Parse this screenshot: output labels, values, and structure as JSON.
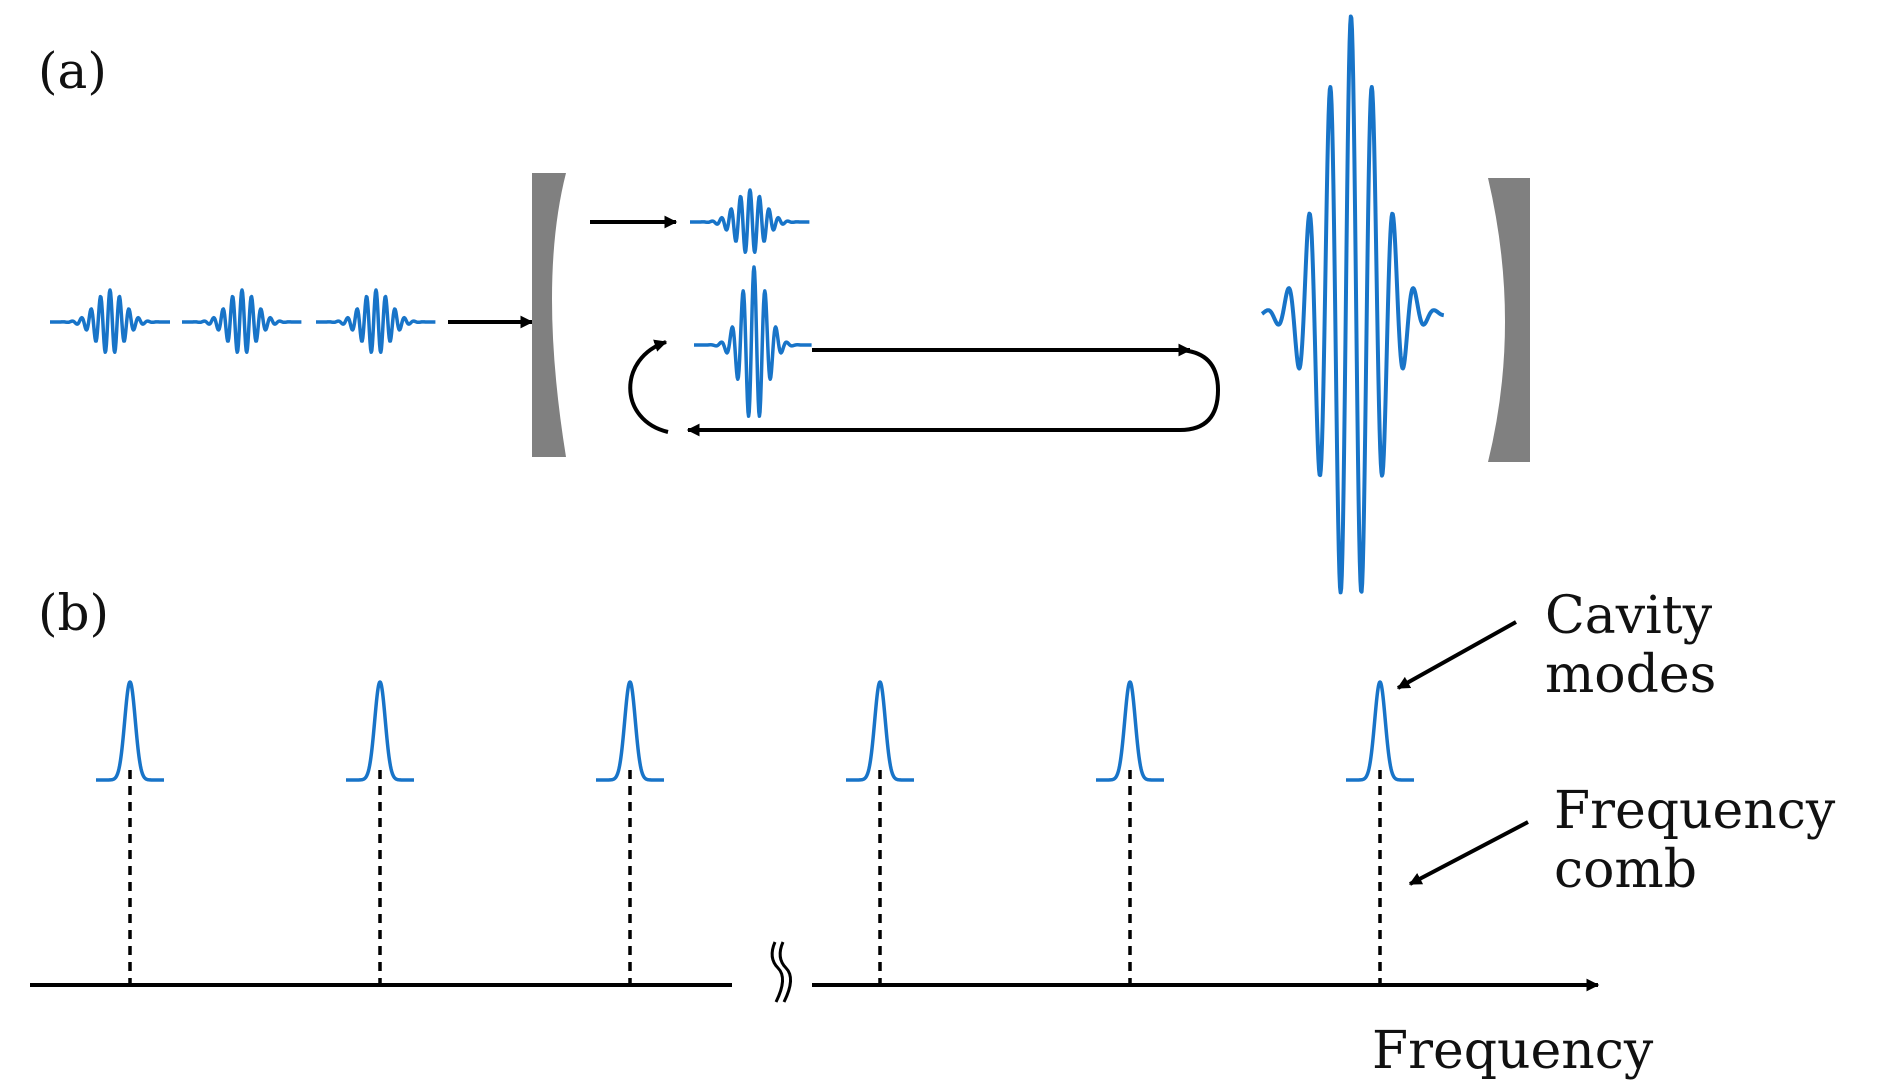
{
  "panel_a": {
    "label": "(a)"
  },
  "panel_b": {
    "label": "(b)",
    "annotations": {
      "cavity_line1": "Cavity",
      "cavity_line2": "modes",
      "comb_line1": "Frequency",
      "comb_line2": "comb"
    },
    "axis_label": "Frequency",
    "mode_count": 6
  },
  "colors": {
    "pulse": "#1874c8",
    "mirror": "#808080",
    "arrow": "#000000"
  }
}
